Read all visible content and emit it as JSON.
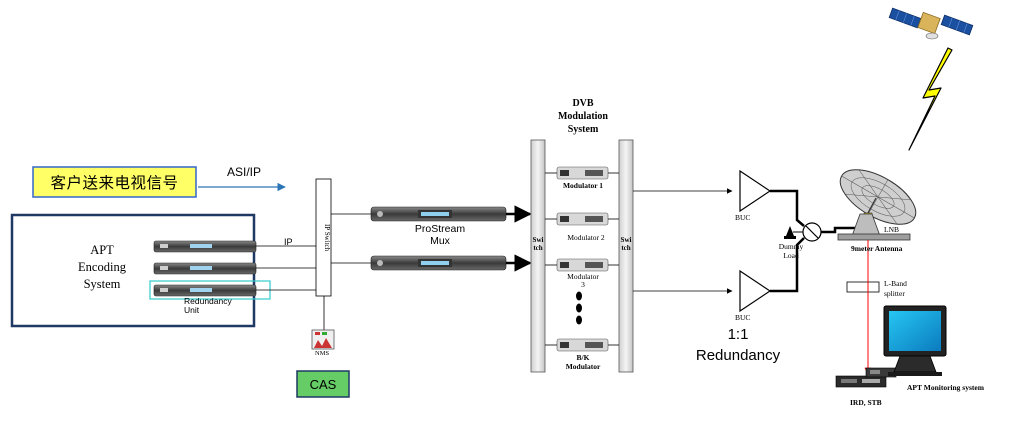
{
  "source_label": "客户送来电视信号",
  "asi_ip_label": "ASI/IP",
  "encoding": {
    "title": "APT\nEncoding\nSystem",
    "ip_label": "IP",
    "redundancy_label": "Redundancy\nUnit"
  },
  "ip_switch_label": "IP Switch",
  "nms_label": "NMS",
  "cas_label": "CAS",
  "mux_label": "ProStream\nMux",
  "dvb_title": "DVB\nModulation\nSystem",
  "switch_label": "Switch",
  "modulators": [
    "Modulator 1",
    "Modulator 2",
    "Modulator\n3",
    "B/K\nModulator"
  ],
  "buc_label": "BUC",
  "buc_label_2": "BUC",
  "redundancy_text": "1:1\nRedundancy",
  "dummy_load_label": "Dummy\nLoad",
  "lnb_label": "LNB",
  "antenna_label": "9meter Antenna",
  "lband_label": "L-Band\nsplitter",
  "ird_label": "IRD, STB",
  "monitoring_label": "APT Monitoring system",
  "colors": {
    "source_box_fill": "#ffff66",
    "source_box_border": "#3366cc",
    "encoding_border": "#1f3864",
    "cas_fill": "#66cc66",
    "highlight": "#33cccc",
    "arrow_blue": "#2e75b6",
    "red_line": "#ff0000",
    "lightning": "#ffff00"
  }
}
